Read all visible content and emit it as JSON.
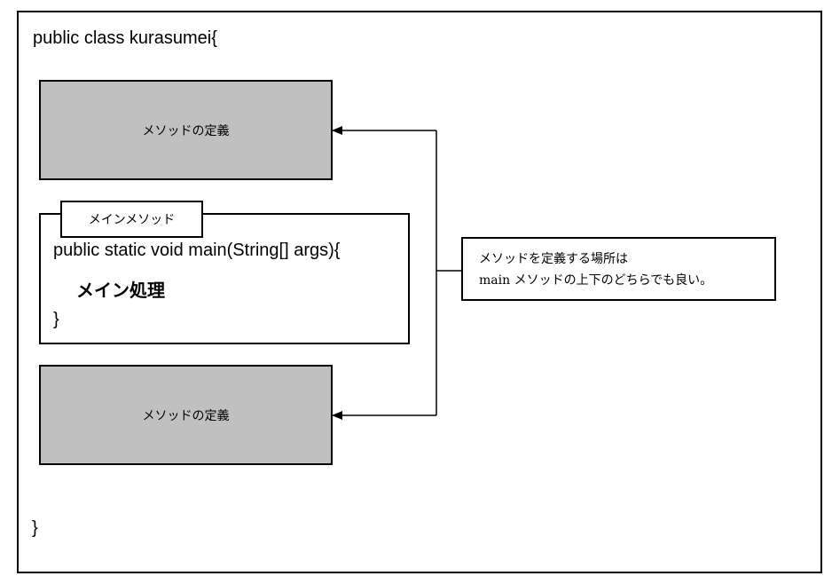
{
  "class_block": {
    "header": "public class kurasumei{",
    "closing_brace": "}"
  },
  "method_definitions": [
    {
      "label": "メソッドの定義"
    },
    {
      "label": "メソッドの定義"
    }
  ],
  "main_method": {
    "tab_label": "メインメソッド",
    "signature": "public static void main(String[] args){",
    "body": "メイン処理",
    "closing_brace": "}"
  },
  "note": {
    "line1": "メソッドを定義する場所は",
    "line2": "main メソッドの上下のどちらでも良い。"
  },
  "colors": {
    "method_box_fill": "#c0c0c0",
    "stroke": "#000000",
    "background": "#ffffff"
  }
}
